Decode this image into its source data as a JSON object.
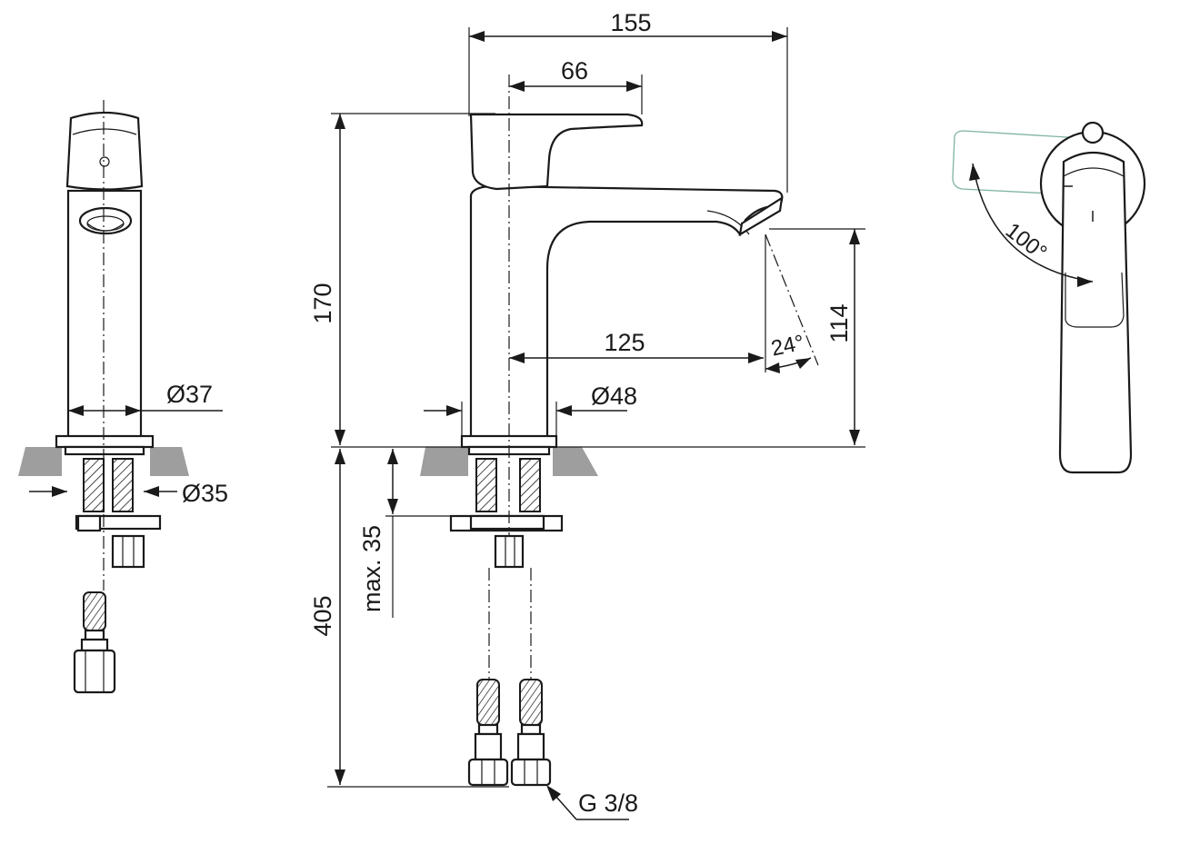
{
  "front_view": {
    "dia_top": "Ø37",
    "dia_base": "Ø35"
  },
  "side_view": {
    "width_total": "155",
    "handle_depth": "66",
    "height_total": "170",
    "spout_reach": "125",
    "spout_height": "114",
    "spray_angle": "24°",
    "dia_body": "Ø48",
    "hose_length": "405",
    "deck_thickness": "max. 35",
    "thread": "G 3/8"
  },
  "top_view": {
    "rotation_angle": "100°"
  },
  "colors": {
    "line": "#1a1a1a",
    "counter": "#9e9e9e",
    "ghost_handle": "#7fb3a3"
  }
}
